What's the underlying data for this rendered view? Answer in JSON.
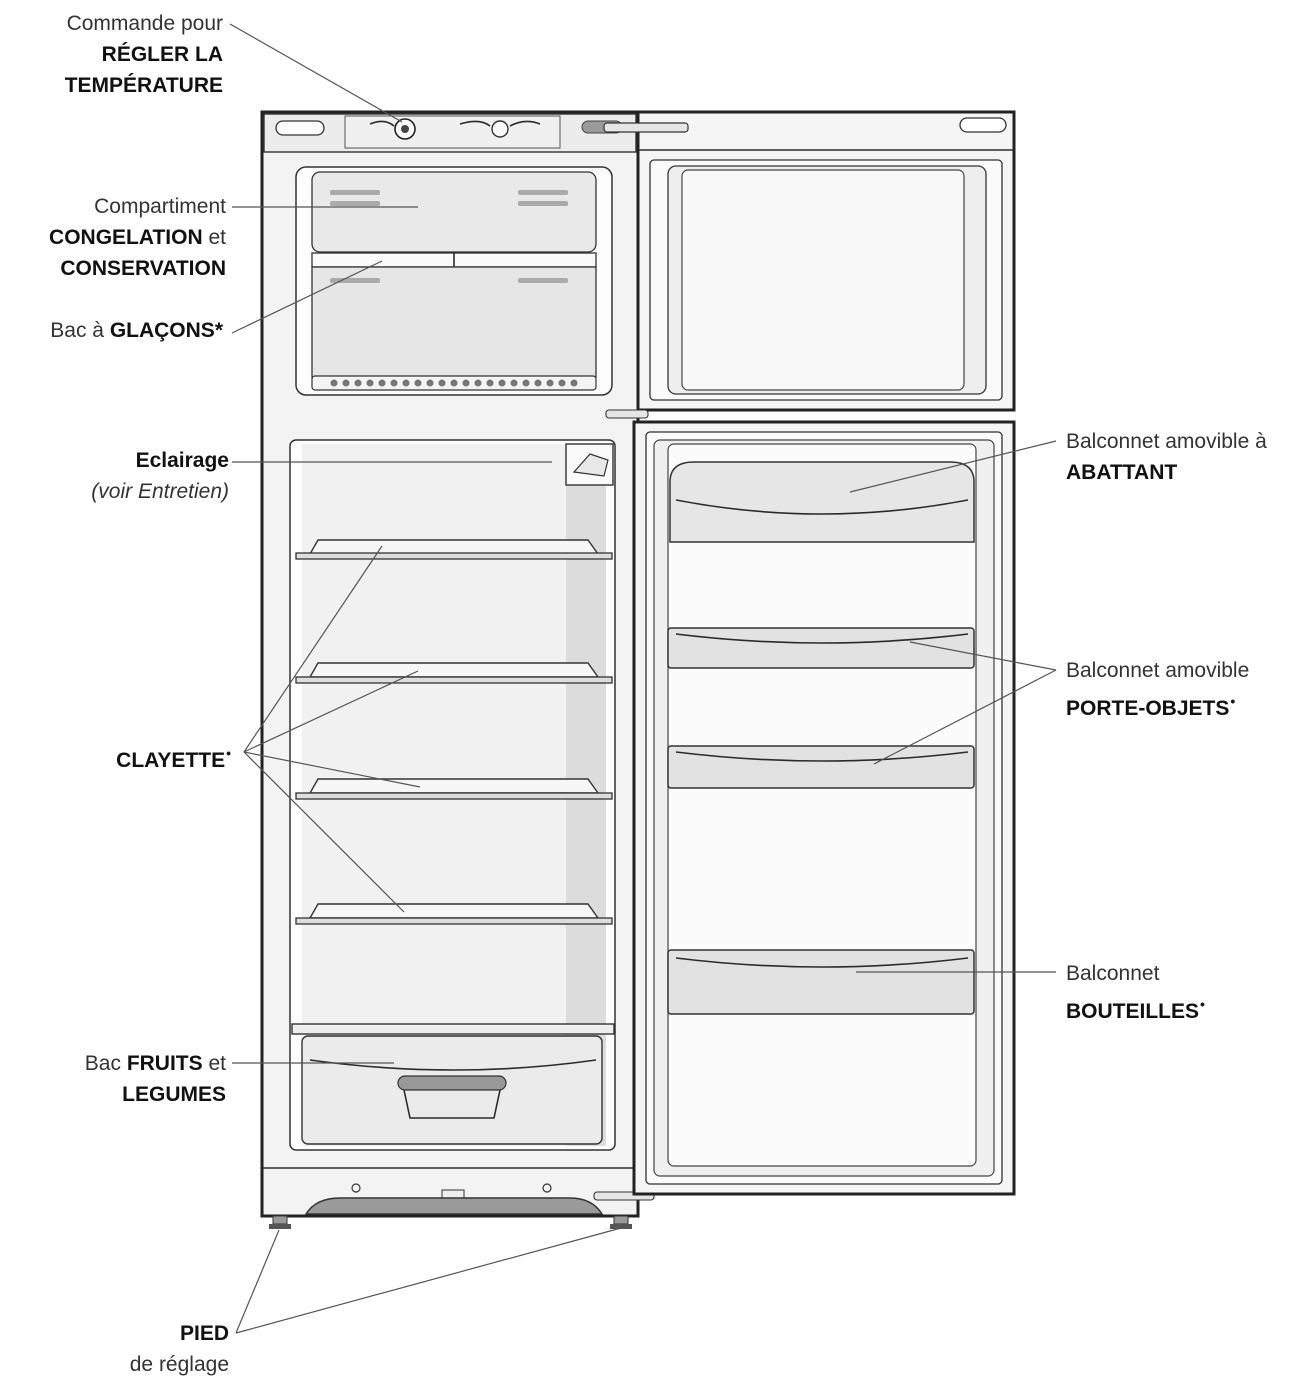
{
  "labels": {
    "temperature": {
      "l1": "Commande pour",
      "l2": "RÉGLER LA",
      "l3": "TEMPÉRATURE"
    },
    "freezer": {
      "l1": "Compartiment",
      "l2a": "CONGELATION",
      "l2b": " et",
      "l3": "CONSERVATION"
    },
    "ice": {
      "a": "Bac à ",
      "b": "GLAÇONS*"
    },
    "light": {
      "l1": "Eclairage",
      "l2": "(voir Entretien)"
    },
    "shelf": {
      "text": "CLAYETTE",
      "mark": "•"
    },
    "crisper": {
      "a": "Bac ",
      "b": "FRUITS",
      "c": " et",
      "l2": "LEGUMES"
    },
    "foot": {
      "l1": "PIED",
      "l2": "de réglage"
    },
    "flap": {
      "l1": "Balconnet amovible à",
      "l2": "ABATTANT"
    },
    "objects": {
      "l1": "Balconnet amovible",
      "l2": "PORTE-OBJETS",
      "mark": "•"
    },
    "bottles": {
      "l1": "Balconnet",
      "l2": "BOUTEILLES",
      "mark": "•"
    }
  },
  "colors": {
    "outline": "#2b2b2b",
    "interior": "#eeeeee",
    "shade": "#d6d6d6",
    "leader": "#555555"
  }
}
